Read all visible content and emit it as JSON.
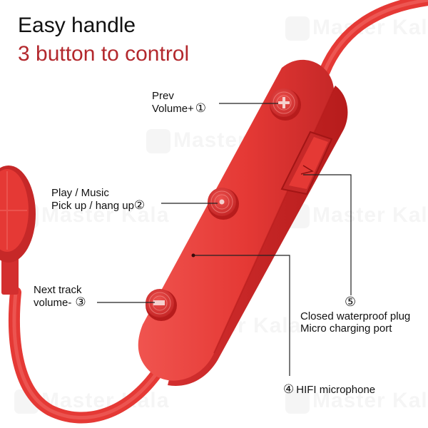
{
  "header": {
    "title": "Easy handle",
    "subtitle": "3 button to control"
  },
  "callouts": [
    {
      "number": "①",
      "lines": [
        "Prev",
        "Volume+"
      ]
    },
    {
      "number": "②",
      "lines": [
        "Play / Music",
        "Pick up / hang up"
      ]
    },
    {
      "number": "③",
      "lines": [
        "Next track",
        "volume-"
      ]
    },
    {
      "number": "④",
      "lines": [
        "HIFI microphone"
      ]
    },
    {
      "number": "⑤",
      "lines": [
        "Closed waterproof plug",
        "Micro charging port"
      ]
    }
  ],
  "watermark": {
    "text": "Master Kala"
  },
  "colors": {
    "product_red": "#e53935",
    "product_dark": "#b71c1c",
    "subtitle_red": "#b3282d"
  },
  "icons": {
    "button_1": "plus-icon",
    "button_2": "dot-icon",
    "button_3": "minus-icon",
    "port": "chevron-right-icon"
  }
}
